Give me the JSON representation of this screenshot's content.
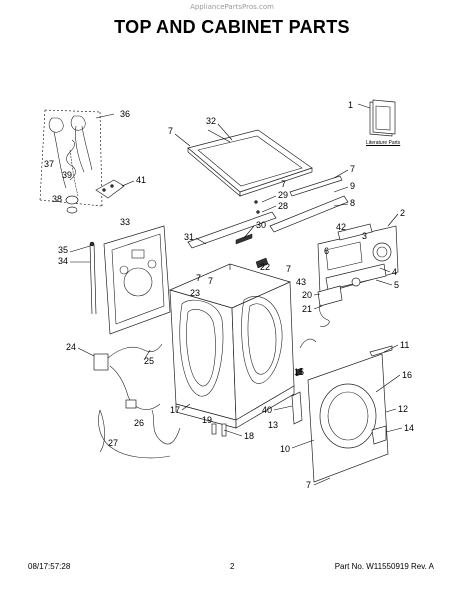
{
  "watermark": "AppliancePartsPros.com",
  "title": "TOP AND CABINET PARTS",
  "literature_label": "Literature Parts",
  "footer": {
    "date": "08/17:57:28",
    "page": "2",
    "part_no": "Part No. W11550919  Rev. A"
  },
  "callouts": [
    "1",
    "36",
    "32",
    "7",
    "37",
    "39",
    "41",
    "38",
    "33",
    "35",
    "34",
    "31",
    "30",
    "29",
    "28",
    "7",
    "7",
    "9",
    "8",
    "2",
    "42",
    "3",
    "6",
    "4",
    "5",
    "7",
    "43",
    "22",
    "23",
    "20",
    "21",
    "24",
    "25",
    "26",
    "27",
    "17",
    "19",
    "18",
    "40",
    "13",
    "10",
    "15",
    "16",
    "11",
    "12",
    "14",
    "7",
    "7",
    "7"
  ]
}
